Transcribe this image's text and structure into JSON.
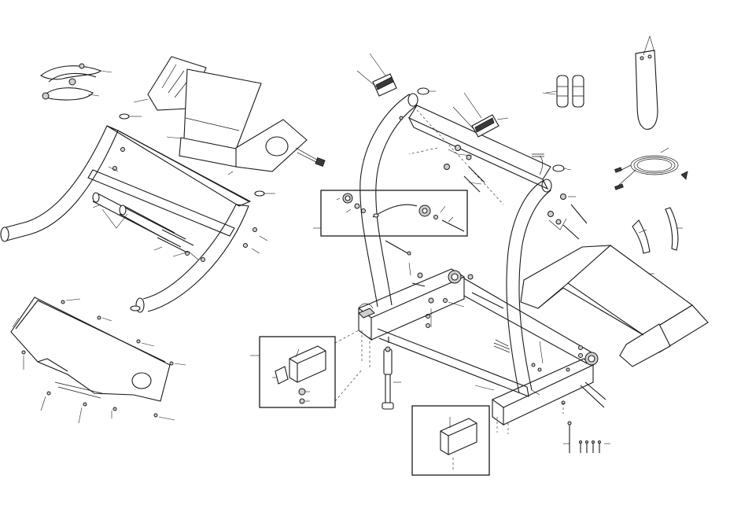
{
  "figure": {
    "kind": "exploded-parts-diagram",
    "printed_text": [],
    "background": "#ffffff",
    "line_color": "#1a1a1a",
    "components": [
      "handlebar-straps",
      "console-base",
      "console-cover",
      "upright-crossbar",
      "left-handrail-tube",
      "right-handrail-tube",
      "handrail-cap",
      "pulse-grip",
      "console-wire-cable",
      "motor-hood",
      "left-upright",
      "right-upright",
      "base-frame",
      "detail-box-upright-pivot",
      "detail-box-frame-insert",
      "detail-box-base-insert",
      "hand-weights",
      "accessory-bag",
      "power-cord",
      "chest-pulse-strap",
      "walking-deck-platform",
      "lift-cylinder",
      "hardware-bolts"
    ]
  }
}
